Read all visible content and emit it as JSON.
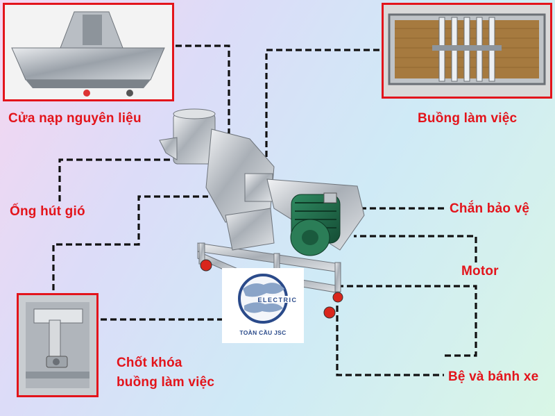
{
  "labels": {
    "feed_inlet": "Cửa nạp nguyên liệu",
    "working_chamber": "Buồng làm việc",
    "air_duct": "Ống hút gió",
    "guard": "Chắn bảo vệ",
    "motor": "Motor",
    "chamber_lock_line1": "Chốt khóa",
    "chamber_lock_line2": "buồng làm việc",
    "base_wheels": "Bệ và bánh xe"
  },
  "logo": {
    "brand": "ELECTRIC",
    "caption": "TOÀN CẦU JSC"
  },
  "colors": {
    "label_red": "#e3141b",
    "motor_green": "#1e6b4a",
    "leader_line": "#111111"
  }
}
